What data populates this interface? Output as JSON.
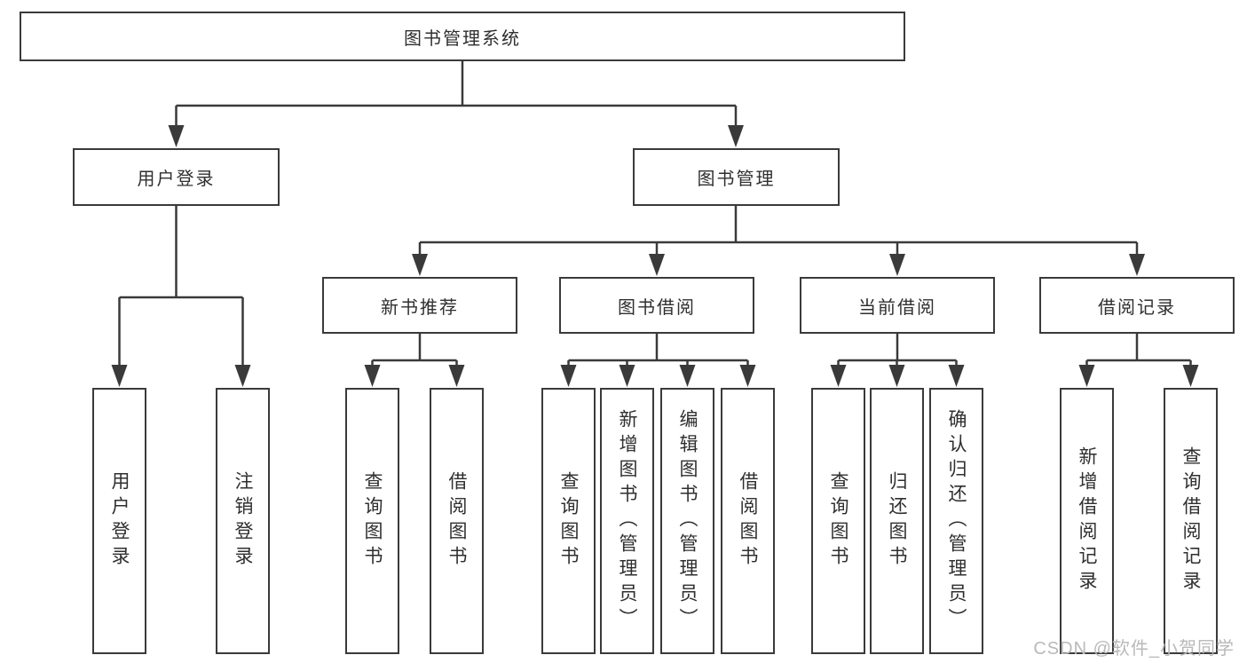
{
  "diagram": {
    "root": {
      "label": "图书管理系统"
    },
    "branches": [
      {
        "label": "用户登录",
        "children": [
          {
            "label": "用户登录"
          },
          {
            "label": "注销登录"
          }
        ]
      },
      {
        "label": "图书管理",
        "children": [
          {
            "label": "新书推荐",
            "children": [
              {
                "label": "查询图书"
              },
              {
                "label": "借阅图书"
              }
            ]
          },
          {
            "label": "图书借阅",
            "children": [
              {
                "label": "查询图书"
              },
              {
                "label": "新增图书（管理员）"
              },
              {
                "label": "编辑图书（管理员）"
              },
              {
                "label": "借阅图书"
              }
            ]
          },
          {
            "label": "当前借阅",
            "children": [
              {
                "label": "查询图书"
              },
              {
                "label": "归还图书"
              },
              {
                "label": "确认归还（管理员）"
              }
            ]
          },
          {
            "label": "借阅记录",
            "children": [
              {
                "label": "新增借阅记录"
              },
              {
                "label": "查询借阅记录"
              }
            ]
          }
        ]
      }
    ]
  },
  "watermark": {
    "text": "CSDN @软件_小贺同学"
  },
  "colors": {
    "line": "#3a3a3a",
    "text": "#2f2f2f",
    "watermark": "#b9b9b9",
    "background": "#ffffff"
  }
}
